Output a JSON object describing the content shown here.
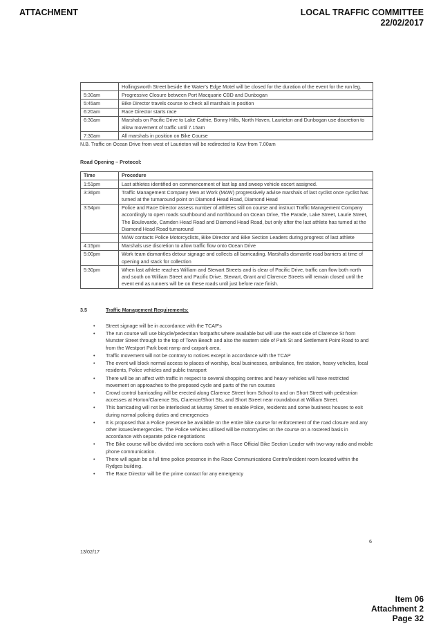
{
  "header": {
    "left": "ATTACHMENT",
    "right_title": "LOCAL TRAFFIC COMMITTEE",
    "right_date": "22/02/2017"
  },
  "schedule_rows": [
    {
      "time": "",
      "text": "Hollingsworth Street beside the Water's Edge Motel will be closed for the duration of the event for the run leg."
    },
    {
      "time": "5:30am",
      "text": "Progressive Closure between Port Macquarie CBD and Dunbogan"
    },
    {
      "time": "5:45am",
      "text": "Bike Director travels course to check all marshals in position"
    },
    {
      "time": "6:20am",
      "text": "Race Director starts race"
    },
    {
      "time": "6:30am",
      "text": "Marshals on Pacific Drive to Lake Cathie, Bonny Hills, North Haven, Laurieton and Dunbogan use discretion to allow movement of traffic until 7.15am"
    },
    {
      "time": "7:30am",
      "text": "All marshals in position on Bike Course"
    }
  ],
  "note": "N.B.   Traffic on Ocean Drive from west of Laurieton will be redirected to Kew from 7.00am",
  "road_opening": {
    "heading": "Road Opening – Protocol:",
    "col_time": "Time",
    "col_procedure": "Procedure",
    "rows": [
      {
        "time": "1:51pm",
        "text": "Last athletes identified on commencement of last lap and sweep vehicle escort assigned."
      },
      {
        "time": "3:36pm",
        "text": "Traffic Management Company Men at Work (MAW) progressively advise marshals of last cyclist once cyclist has turned at the turnaround point on Diamond Head Road, Diamond Head"
      },
      {
        "time": "3:54pm",
        "text": "Police and Race Director assess number of athletes still on course and instruct Traffic Management Company accordingly to open roads southbound and northbound on Ocean Drive, The Parade, Lake Street, Laurie Street, The Boulevarde, Camden Head Road and Diamond Head Road, but only after the last athlete has turned at the Diamond Head Road turnaround"
      },
      {
        "time": "",
        "text": "MAW contacts Police Motorcyclists, Bike Director and Bike Section Leaders during progress of last athlete"
      },
      {
        "time": "4:15pm",
        "text": "Marshals use discretion to allow traffic flow onto Ocean Drive"
      },
      {
        "time": "5:00pm",
        "text": "Work team dismantles detour signage and collects all barricading.  Marshalls dismantle road barriers at time of opening and stack for collection"
      },
      {
        "time": "5:30pm",
        "text": "When last athlete reaches William and Stewart Streets and is clear of Pacific Drive, traffic can flow both north and south on William Street and Pacific Drive. Stewart, Grant and Clarence Streets will remain closed until the event end as runners will be on these roads until just before race finish."
      }
    ]
  },
  "section": {
    "number": "3.5",
    "title": "Traffic Management Requirements:",
    "bullets": [
      "Street signage will be in accordance with the TCAP's",
      "The run course will use bicycle/pedestrian footpaths where available but will use the east side of Clarence St from Munster Street through to the top of Town Beach and also the eastern side of Park St and Settlement Point Road to and from the Westport Park boat ramp and carpark area.",
      "Traffic movement will not be contrary to notices except in accordance with the TCAP",
      "The event will block normal access to places of worship, local businesses, ambulance, fire station, heavy vehicles, local residents, Police vehicles and public transport",
      "There will be an affect with traffic in respect to several shopping centres and heavy vehicles will have restricted movement on approaches to the proposed cycle and parts of the run courses",
      "Crowd control barricading will be erected along Clarence Street from School to and on Short Street with pedestrian accesses at Horton/Clarence Sts, Clarence/Short Sts, and Short Street near roundabout at William Street.",
      "This barricading will not be interlocked at Murray Street to enable Police, residents and some business houses to exit during normal policing duties and emergencies",
      "It is proposed that a Police presence be available on the entire bike course for enforcement of the road closure and any other issues/emergencies. The Police vehicles utilised will be motorcycles on the course on a rostered basis in accordance with separate police negotiations",
      "The Bike course will be divided into sections each with a Race Official Bike Section Leader with two-way radio and mobile phone communication.",
      "There will again be a full time police presence in the Race Communications Centre/incident room located within the Rydges building.",
      "The Race Director will be the prime contact for any emergency"
    ]
  },
  "page_number": "6",
  "doc_date": "13/02/17",
  "footer": {
    "item": "Item 06",
    "attachment": "Attachment 2",
    "page": "Page 32"
  }
}
